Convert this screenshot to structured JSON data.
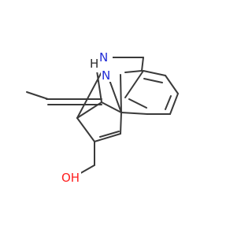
{
  "molecule": {
    "atoms": {
      "nh": {
        "symbol": "N",
        "hydrogen": "H"
      },
      "n": {
        "symbol": "N"
      },
      "oh": {
        "symbol": "OH"
      }
    }
  },
  "colors": {
    "bond": "#3a3a3a",
    "nitrogen": "#1f2bd6",
    "oxygen": "#ff1f1f",
    "hydrogen": "#2a2a2a"
  }
}
